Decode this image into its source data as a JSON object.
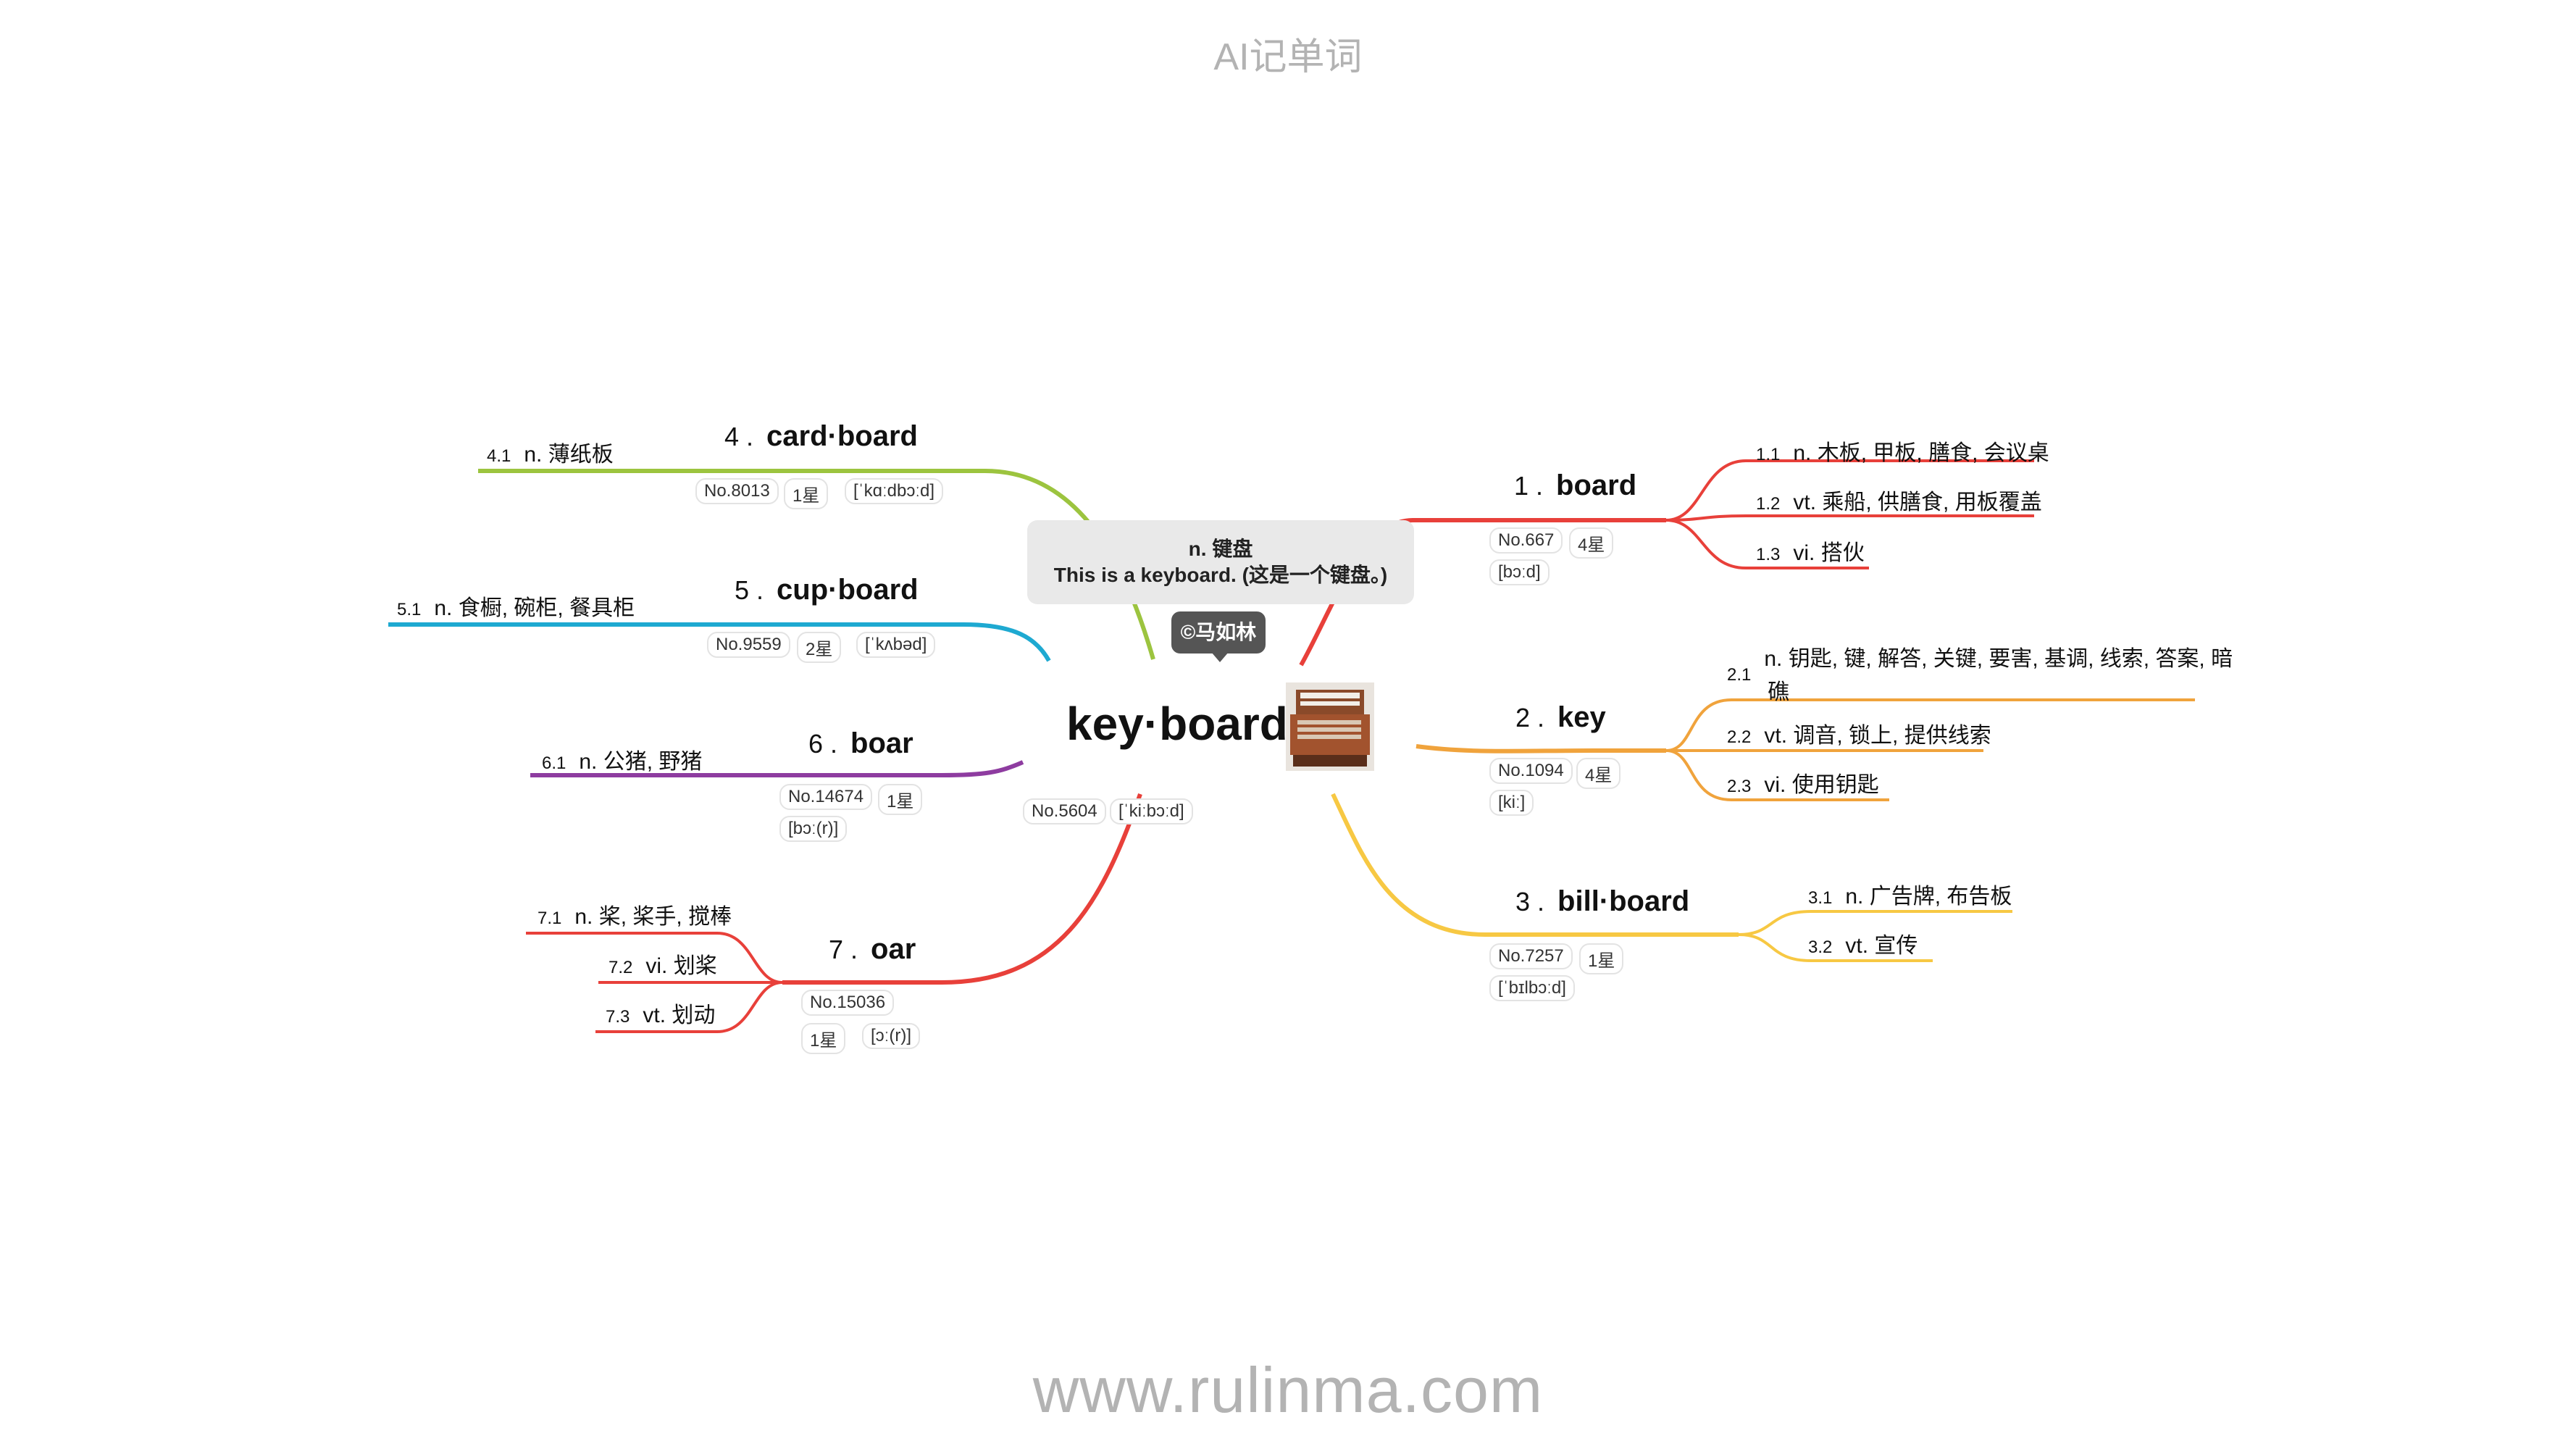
{
  "header": {
    "title": "AI记单词"
  },
  "footer": {
    "url": "www.rulinma.com"
  },
  "center": {
    "word": "key·board",
    "number": "No.5604",
    "phonetic": "[ˈkiːbɔːd]",
    "tooltip": {
      "meaning": "n. 键盘",
      "example": "This is a keyboard. (这是一个键盘。)"
    },
    "copyright": "©马如林",
    "image_icon": "keyboard-organ-photo-icon"
  },
  "branches": [
    {
      "index": "1 .",
      "word": "board",
      "color": "#e8403a",
      "number": "No.667",
      "stars": "4星",
      "phonetic": "[bɔːd]",
      "senses": [
        {
          "num": "1.1",
          "text": "n. 木板, 甲板, 膳食, 会议桌"
        },
        {
          "num": "1.2",
          "text": "vt. 乘船, 供膳食, 用板覆盖"
        },
        {
          "num": "1.3",
          "text": "vi. 搭伙"
        }
      ]
    },
    {
      "index": "2 .",
      "word": "key",
      "color": "#f0a33c",
      "number": "No.1094",
      "stars": "4星",
      "phonetic": "[kiː]",
      "senses": [
        {
          "num": "2.1",
          "text": "n. 钥匙, 键, 解答, 关键, 要害, 基调, 线索, 答案, 暗",
          "text2": "礁"
        },
        {
          "num": "2.2",
          "text": "vt. 调音, 锁上, 提供线索"
        },
        {
          "num": "2.3",
          "text": "vi. 使用钥匙"
        }
      ]
    },
    {
      "index": "3 .",
      "word": "bill·board",
      "color": "#f7c843",
      "number": "No.7257",
      "stars": "1星",
      "phonetic": "[ˈbɪlbɔːd]",
      "senses": [
        {
          "num": "3.1",
          "text": "n. 广告牌, 布告板"
        },
        {
          "num": "3.2",
          "text": "vt. 宣传"
        }
      ]
    },
    {
      "index": "4 .",
      "word": "card·board",
      "color": "#9cc43f",
      "number": "No.8013",
      "stars": "1星",
      "phonetic": "[ˈkɑːdbɔːd]",
      "senses": [
        {
          "num": "4.1",
          "text": "n. 薄纸板"
        }
      ]
    },
    {
      "index": "5 .",
      "word": "cup·board",
      "color": "#1ea9d1",
      "number": "No.9559",
      "stars": "2星",
      "phonetic": "[ˈkʌbəd]",
      "senses": [
        {
          "num": "5.1",
          "text": "n. 食橱, 碗柜, 餐具柜"
        }
      ]
    },
    {
      "index": "6 .",
      "word": "boar",
      "color": "#8e3ca0",
      "number": "No.14674",
      "stars": "1星",
      "phonetic": "[bɔː(r)]",
      "senses": [
        {
          "num": "6.1",
          "text": "n. 公猪, 野猪"
        }
      ]
    },
    {
      "index": "7 .",
      "word": "oar",
      "color": "#e8403a",
      "number": "No.15036",
      "stars": "1星",
      "phonetic": "[ɔː(r)]",
      "senses": [
        {
          "num": "7.1",
          "text": "n. 桨, 桨手, 搅棒"
        },
        {
          "num": "7.2",
          "text": "vi. 划桨"
        },
        {
          "num": "7.3",
          "text": "vt. 划动"
        }
      ]
    }
  ]
}
